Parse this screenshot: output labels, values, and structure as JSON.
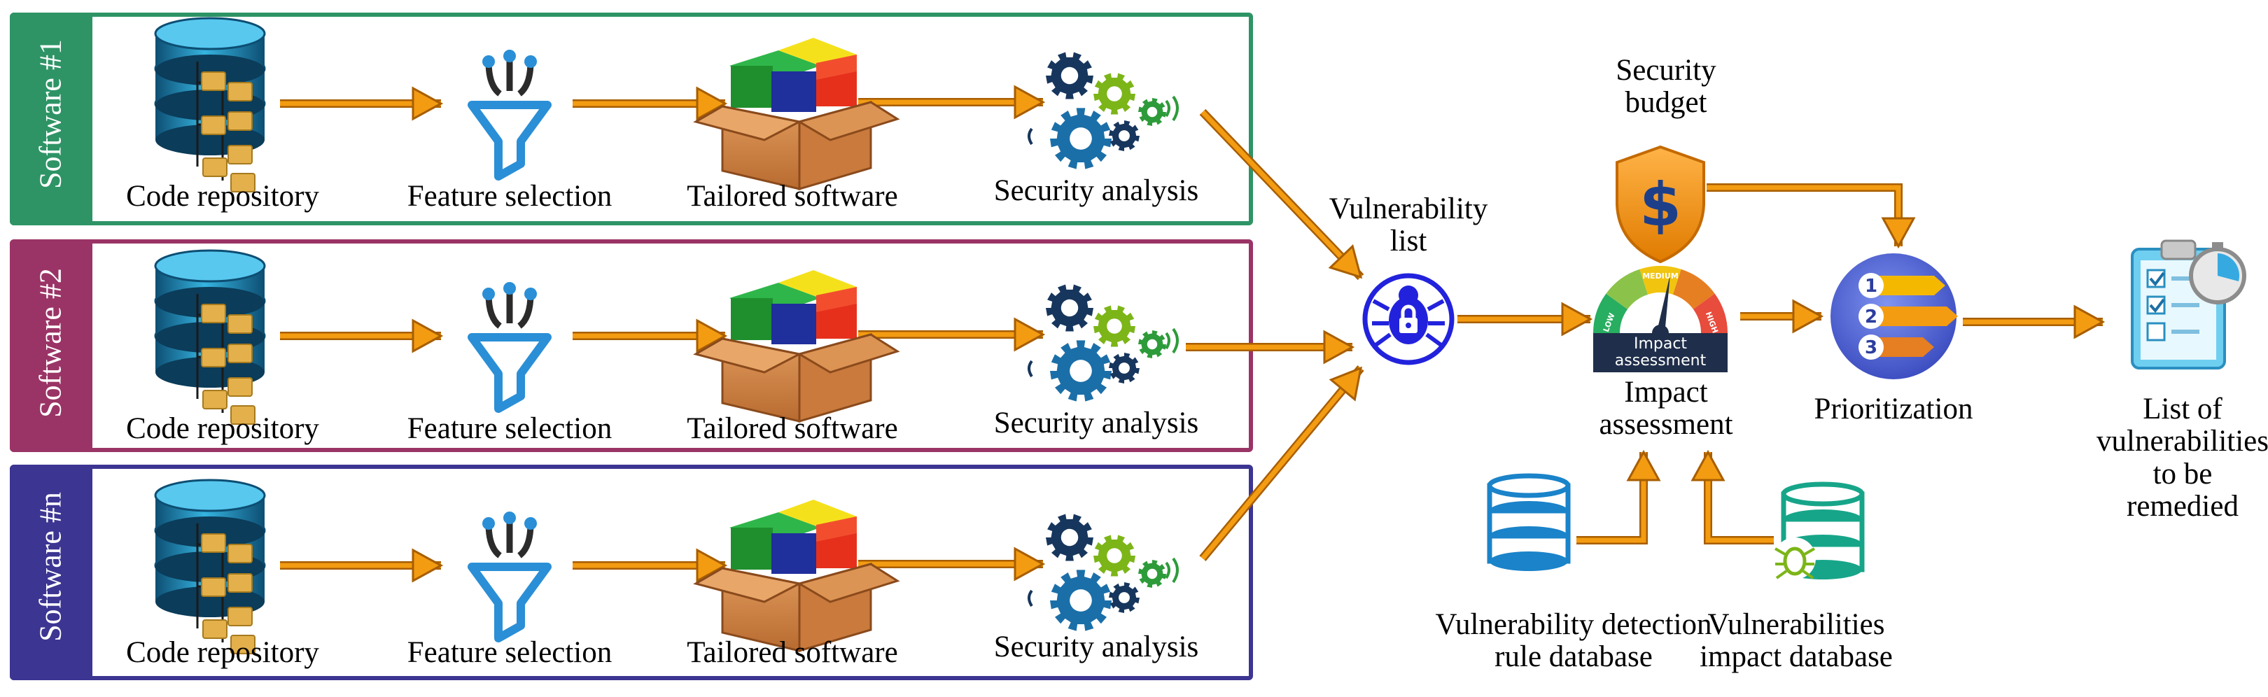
{
  "lanes": [
    {
      "name": "Software #1",
      "color": "#2e9466",
      "steps": [
        "Code repository",
        "Feature selection",
        "Tailored software",
        "Security analysis"
      ]
    },
    {
      "name": "Software #2",
      "color": "#9b3466",
      "steps": [
        "Code repository",
        "Feature selection",
        "Tailored software",
        "Security analysis"
      ]
    },
    {
      "name": "Software #n",
      "color": "#3c3592",
      "steps": [
        "Code repository",
        "Feature selection",
        "Tailored software",
        "Security analysis"
      ]
    }
  ],
  "vulnerability_list": {
    "line1": "Vulnerability",
    "line2": "list"
  },
  "security_budget": {
    "line1": "Security",
    "line2": "budget"
  },
  "impact_assessment": {
    "line1": "Impact",
    "line2": "assessment",
    "gauge_text_1": "Impact",
    "gauge_text_2": "assessment",
    "gauge_scale": [
      "LOW",
      "MEDIUM",
      "HIGH"
    ]
  },
  "prioritization": {
    "label": "Prioritization",
    "ranks": [
      "1",
      "2",
      "3"
    ]
  },
  "output": {
    "line1": "List of",
    "line2": "vulnerabilities",
    "line3": "to be remedied"
  },
  "detection_db": {
    "line1": "Vulnerability detection",
    "line2": "rule database"
  },
  "impact_db": {
    "line1": "Vulnerabilities",
    "line2": "impact database"
  },
  "colors": {
    "arrow": "#f39c12",
    "arrow_edge": "#a85e00",
    "vuln_ring": "#2222dd",
    "db_blue": "#1a83c9",
    "db_teal": "#17a589",
    "gear_navy": "#17365d",
    "gear_green": "#7cb518",
    "budget": "#f39c12",
    "priority": "#5b6fd6"
  }
}
